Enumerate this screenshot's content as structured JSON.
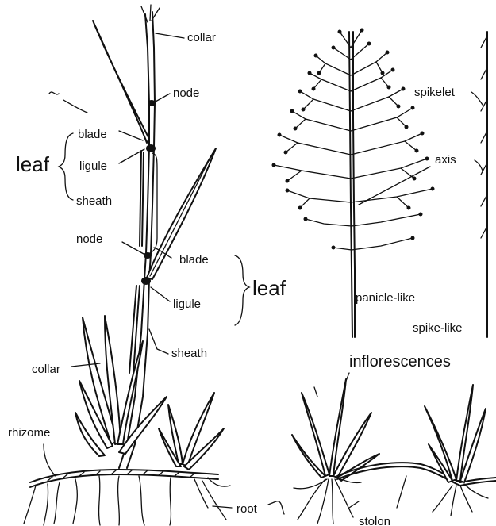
{
  "labels": {
    "collar_top": "collar",
    "node_top": "node",
    "blade_upper": "blade",
    "ligule_upper": "ligule",
    "sheath_upper": "sheath",
    "leaf_left": "leaf",
    "node_mid": "node",
    "blade_lower": "blade",
    "ligule_lower": "ligule",
    "sheath_lower": "sheath",
    "leaf_right": "leaf",
    "collar_bottom": "collar",
    "rhizome": "rhizome",
    "root": "root",
    "spikelet": "spikelet",
    "axis": "axis",
    "panicle_like": "panicle-like",
    "spike_like": "spike-like",
    "inflorescences": "inflorescences",
    "stolon": "stolon"
  }
}
